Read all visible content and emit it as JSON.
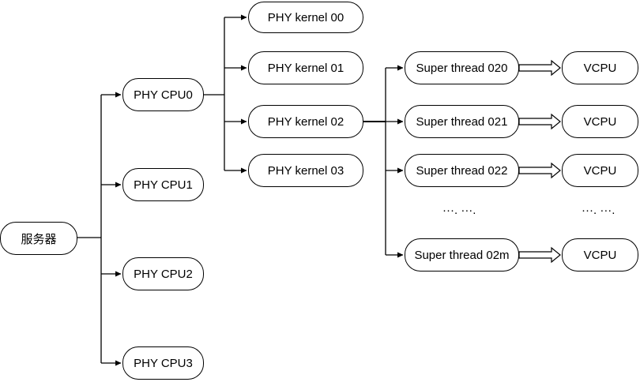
{
  "root": {
    "label": "服务器"
  },
  "cpus": [
    {
      "label": "PHY CPU0"
    },
    {
      "label": "PHY CPU1"
    },
    {
      "label": "PHY CPU2"
    },
    {
      "label": "PHY CPU3"
    }
  ],
  "kernels": [
    {
      "label": "PHY kernel 00"
    },
    {
      "label": "PHY kernel 01"
    },
    {
      "label": "PHY kernel 02"
    },
    {
      "label": "PHY kernel 03"
    }
  ],
  "threads": [
    {
      "label": "Super thread 020",
      "vcpu": "VCPU"
    },
    {
      "label": "Super thread 021",
      "vcpu": "VCPU"
    },
    {
      "label": "Super thread 022",
      "vcpu": "VCPU"
    },
    {
      "label": "Super thread 02m",
      "vcpu": "VCPU"
    }
  ],
  "ellipsis": {
    "threads": "···. ···.",
    "vcpus": "···. ···."
  }
}
